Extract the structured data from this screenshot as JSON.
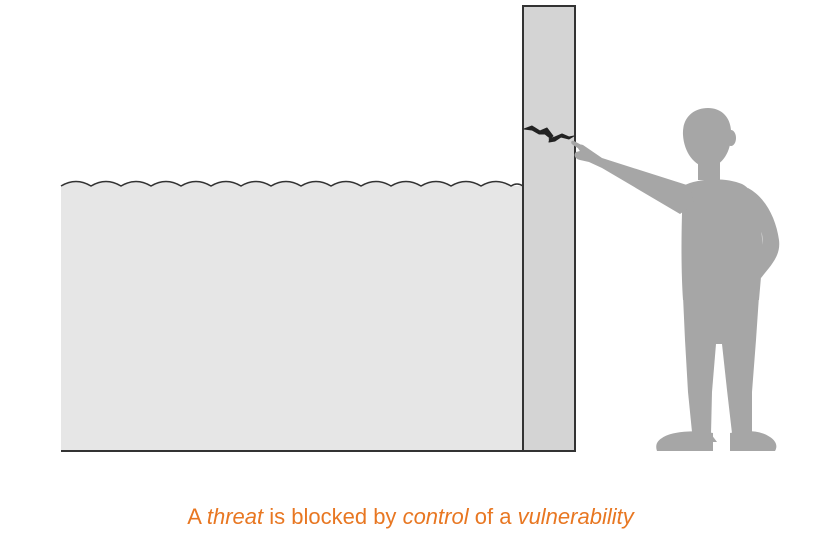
{
  "caption": {
    "part1": "A",
    "threat": "threat",
    "part2": "is blocked by",
    "control": "control",
    "part3": "of a",
    "vulnerability": "vulnerability"
  },
  "colors": {
    "accent": "#e87722",
    "water": "#e6e6e6",
    "wall": "#d4d4d4",
    "person": "#a6a6a6",
    "line": "#333333",
    "crack": "#222222"
  }
}
